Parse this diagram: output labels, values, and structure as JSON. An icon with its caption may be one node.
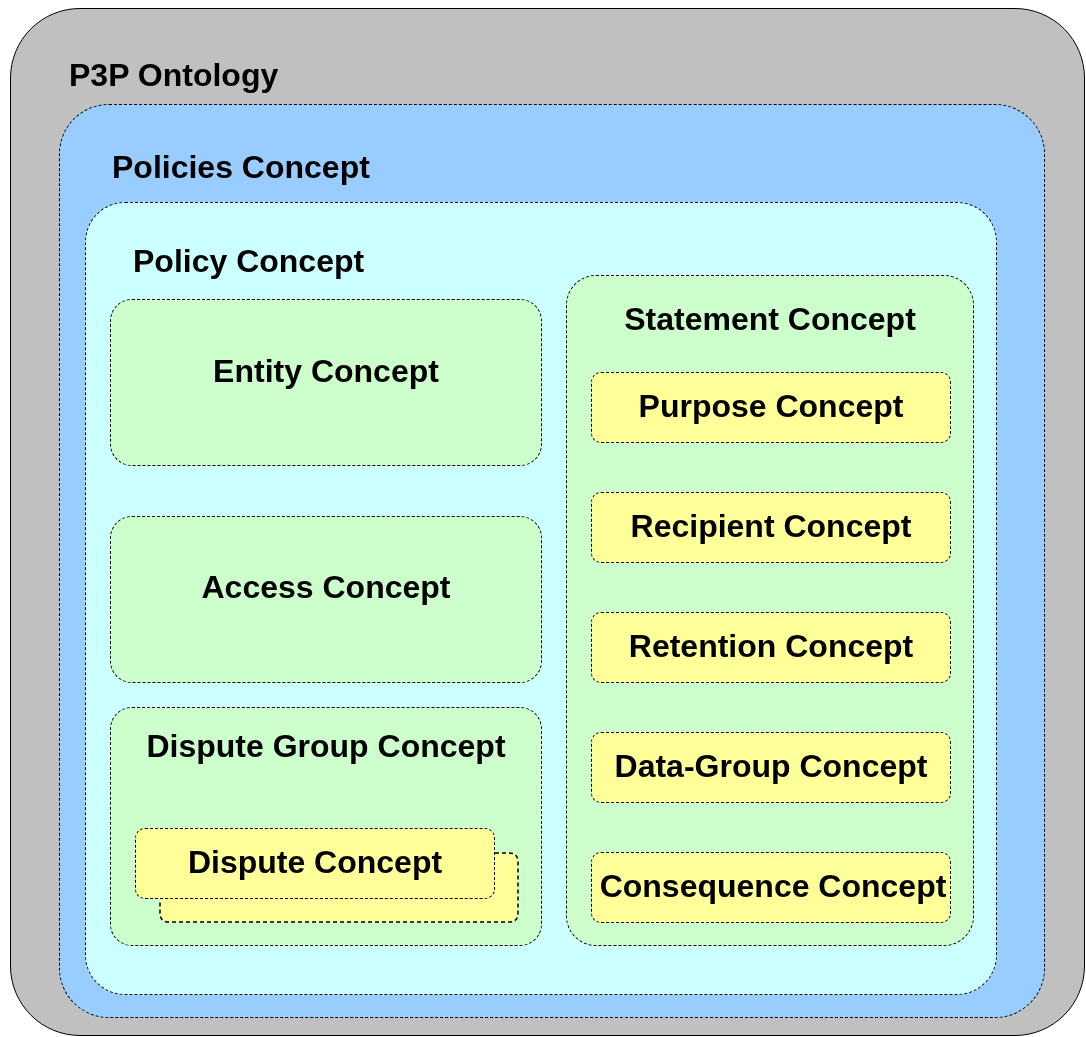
{
  "diagram": {
    "nodes": [
      {
        "text": [
          "P3P Ontology"
        ]
      },
      {
        "text": [
          "Policies Concept"
        ],
        "in": 0
      },
      {
        "text": [
          "Policy Concept"
        ],
        "in": 1
      },
      {
        "text": [
          "Entity Concept"
        ],
        "in": 2
      },
      {
        "text": [
          "Access Concept"
        ],
        "in": 2
      },
      {
        "text": [
          "Dispute Group Concept"
        ],
        "in": 2
      },
      {
        "text": [
          "Dispute Concept"
        ],
        "in": 5
      },
      {
        "text": [],
        "shape": "box",
        "in": 5
      },
      {
        "text": [
          "Statement Concept"
        ],
        "in": 2
      },
      {
        "text": [
          "Purpose Concept"
        ],
        "in": 8
      },
      {
        "text": [
          "Recipient Concept"
        ],
        "in": 8
      },
      {
        "text": [
          "Retention Concept"
        ],
        "in": 8
      },
      {
        "text": [
          "Data-Group Concept"
        ],
        "in": 8
      },
      {
        "text": [
          "Consequence Concept"
        ],
        "in": 8
      }
    ]
  }
}
